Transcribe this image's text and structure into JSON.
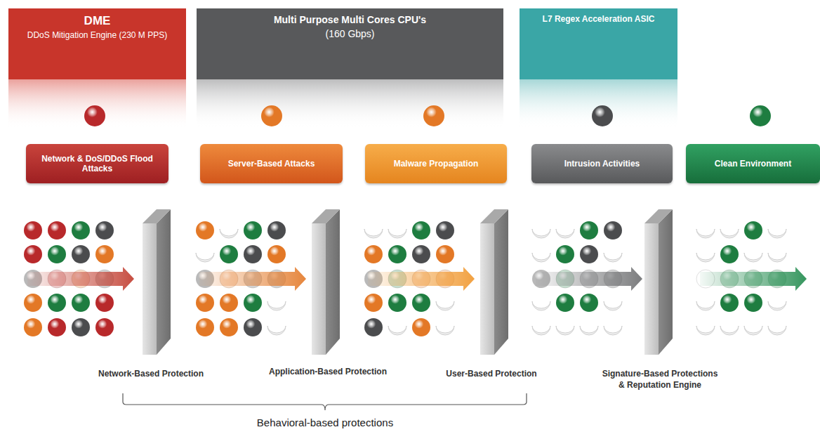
{
  "diagram": {
    "nodes": [
      {
        "text": [
          "DME",
          "DDoS Mitigation Engine (230 M PPS)"
        ]
      },
      {
        "text": [
          "Multi Purpose Multi Cores CPU's",
          "(160 Gbps)"
        ]
      },
      {
        "text": [
          "L7 Regex Acceleration ASIC"
        ]
      },
      {
        "text": [
          "Network & DoS/DDoS Flood Attacks"
        ]
      },
      {
        "text": [
          "Server-Based Attacks"
        ]
      },
      {
        "text": [
          "Malware Propagation"
        ]
      },
      {
        "text": [
          "Intrusion Activities"
        ]
      },
      {
        "text": [
          "Clean Environment"
        ]
      }
    ],
    "labels": [
      "Network-Based Protection",
      "Application-Based Protection",
      "User-Based Protection",
      "Signature-Based Protections & Reputation Engine",
      "Behavioral-based protections"
    ]
  }
}
